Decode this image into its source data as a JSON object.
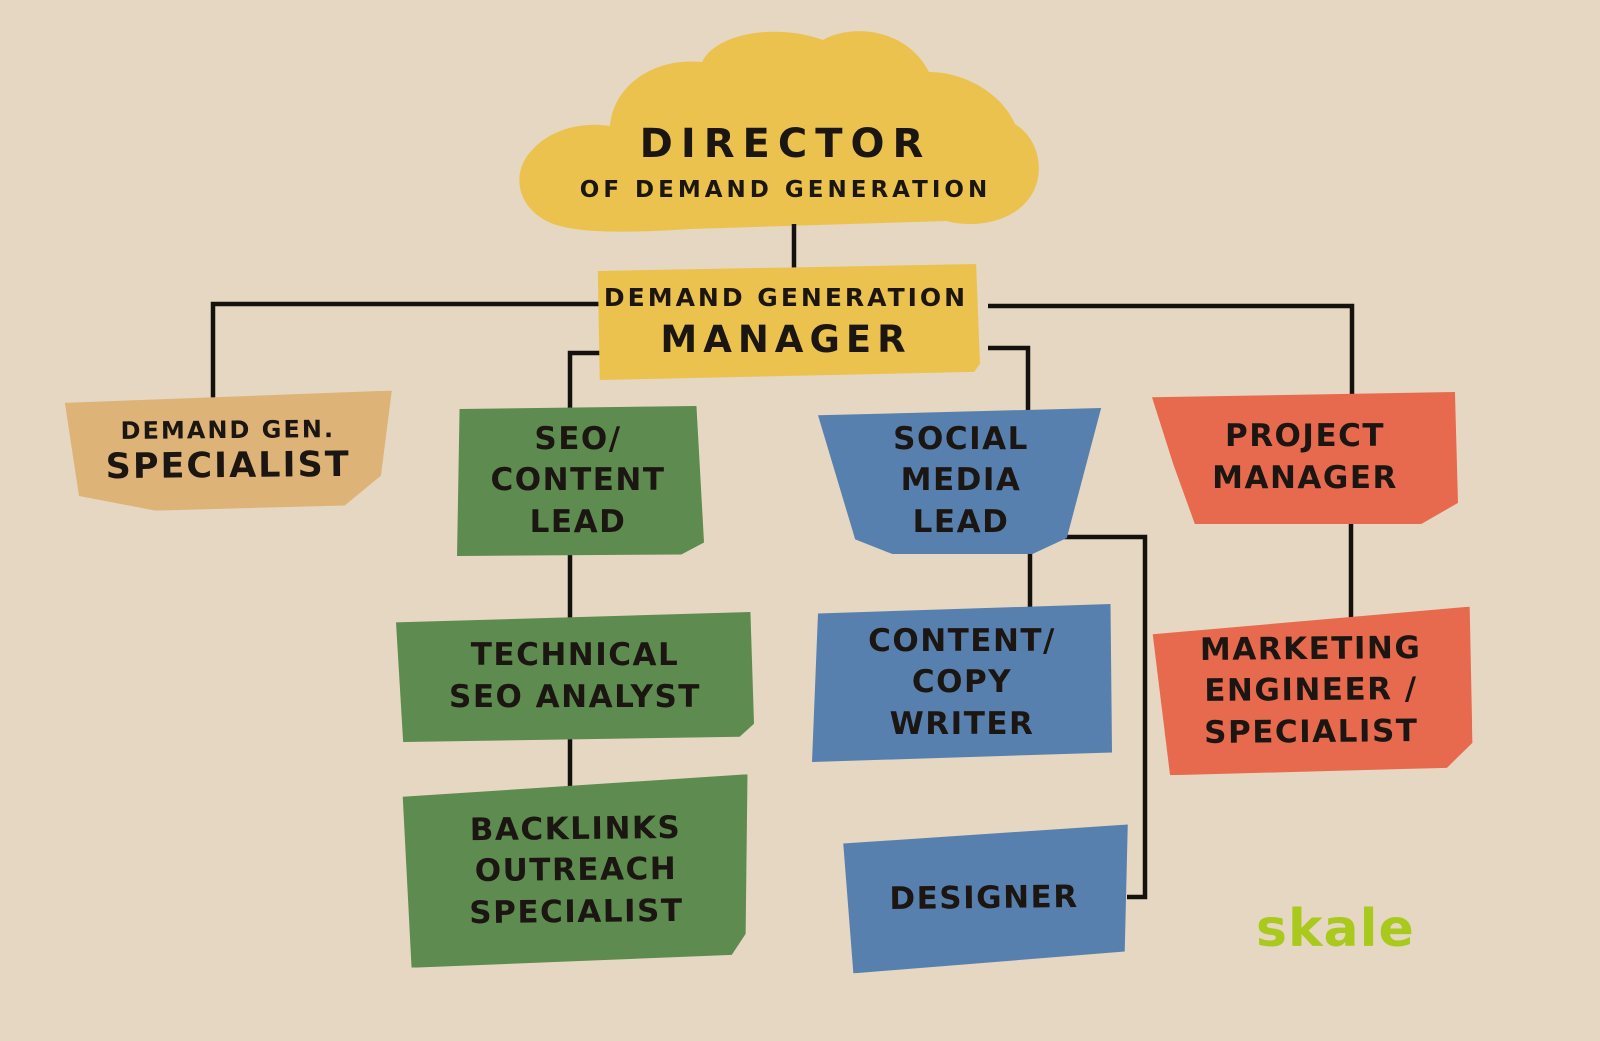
{
  "palette": {
    "background": "#e5d7c2",
    "yellow": "#ecc24f",
    "tan": "#deb377",
    "green": "#5e8b4f",
    "blue": "#5880ae",
    "red": "#e76a4e",
    "line": "#15120e",
    "text": "#1b1611",
    "logo_green": "#a9c91d"
  },
  "nodes": {
    "director": {
      "lines": [
        "DIRECTOR",
        "OF DEMAND GENERATION"
      ]
    },
    "manager": {
      "lines": [
        "DEMAND GENERATION",
        "MANAGER"
      ]
    },
    "demand_gen_specialist": {
      "lines": [
        "DEMAND GEN.",
        "SPECIALIST"
      ]
    },
    "seo_content_lead": {
      "lines": [
        "SEO/",
        "CONTENT",
        "LEAD"
      ]
    },
    "technical_seo_analyst": {
      "lines": [
        "TECHNICAL",
        "SEO ANALYST"
      ]
    },
    "backlinks_outreach_specialist": {
      "lines": [
        "BACKLINKS",
        "OUTREACH",
        "SPECIALIST"
      ]
    },
    "social_media_lead": {
      "lines": [
        "SOCIAL",
        "MEDIA",
        "LEAD"
      ]
    },
    "content_copy_writer": {
      "lines": [
        "CONTENT/",
        "COPY",
        "WRITER"
      ]
    },
    "designer": {
      "lines": [
        "DESIGNER"
      ]
    },
    "project_manager": {
      "lines": [
        "PROJECT",
        "MANAGER"
      ]
    },
    "marketing_engineer_specialist": {
      "lines": [
        "MARKETING",
        "ENGINEER /",
        "SPECIALIST"
      ]
    }
  },
  "edges": [
    [
      "director",
      "manager"
    ],
    [
      "manager",
      "demand_gen_specialist"
    ],
    [
      "manager",
      "seo_content_lead"
    ],
    [
      "manager",
      "social_media_lead"
    ],
    [
      "manager",
      "project_manager"
    ],
    [
      "seo_content_lead",
      "technical_seo_analyst"
    ],
    [
      "technical_seo_analyst",
      "backlinks_outreach_specialist"
    ],
    [
      "social_media_lead",
      "content_copy_writer"
    ],
    [
      "social_media_lead",
      "designer"
    ],
    [
      "project_manager",
      "marketing_engineer_specialist"
    ]
  ],
  "logo": {
    "text": "skale"
  }
}
